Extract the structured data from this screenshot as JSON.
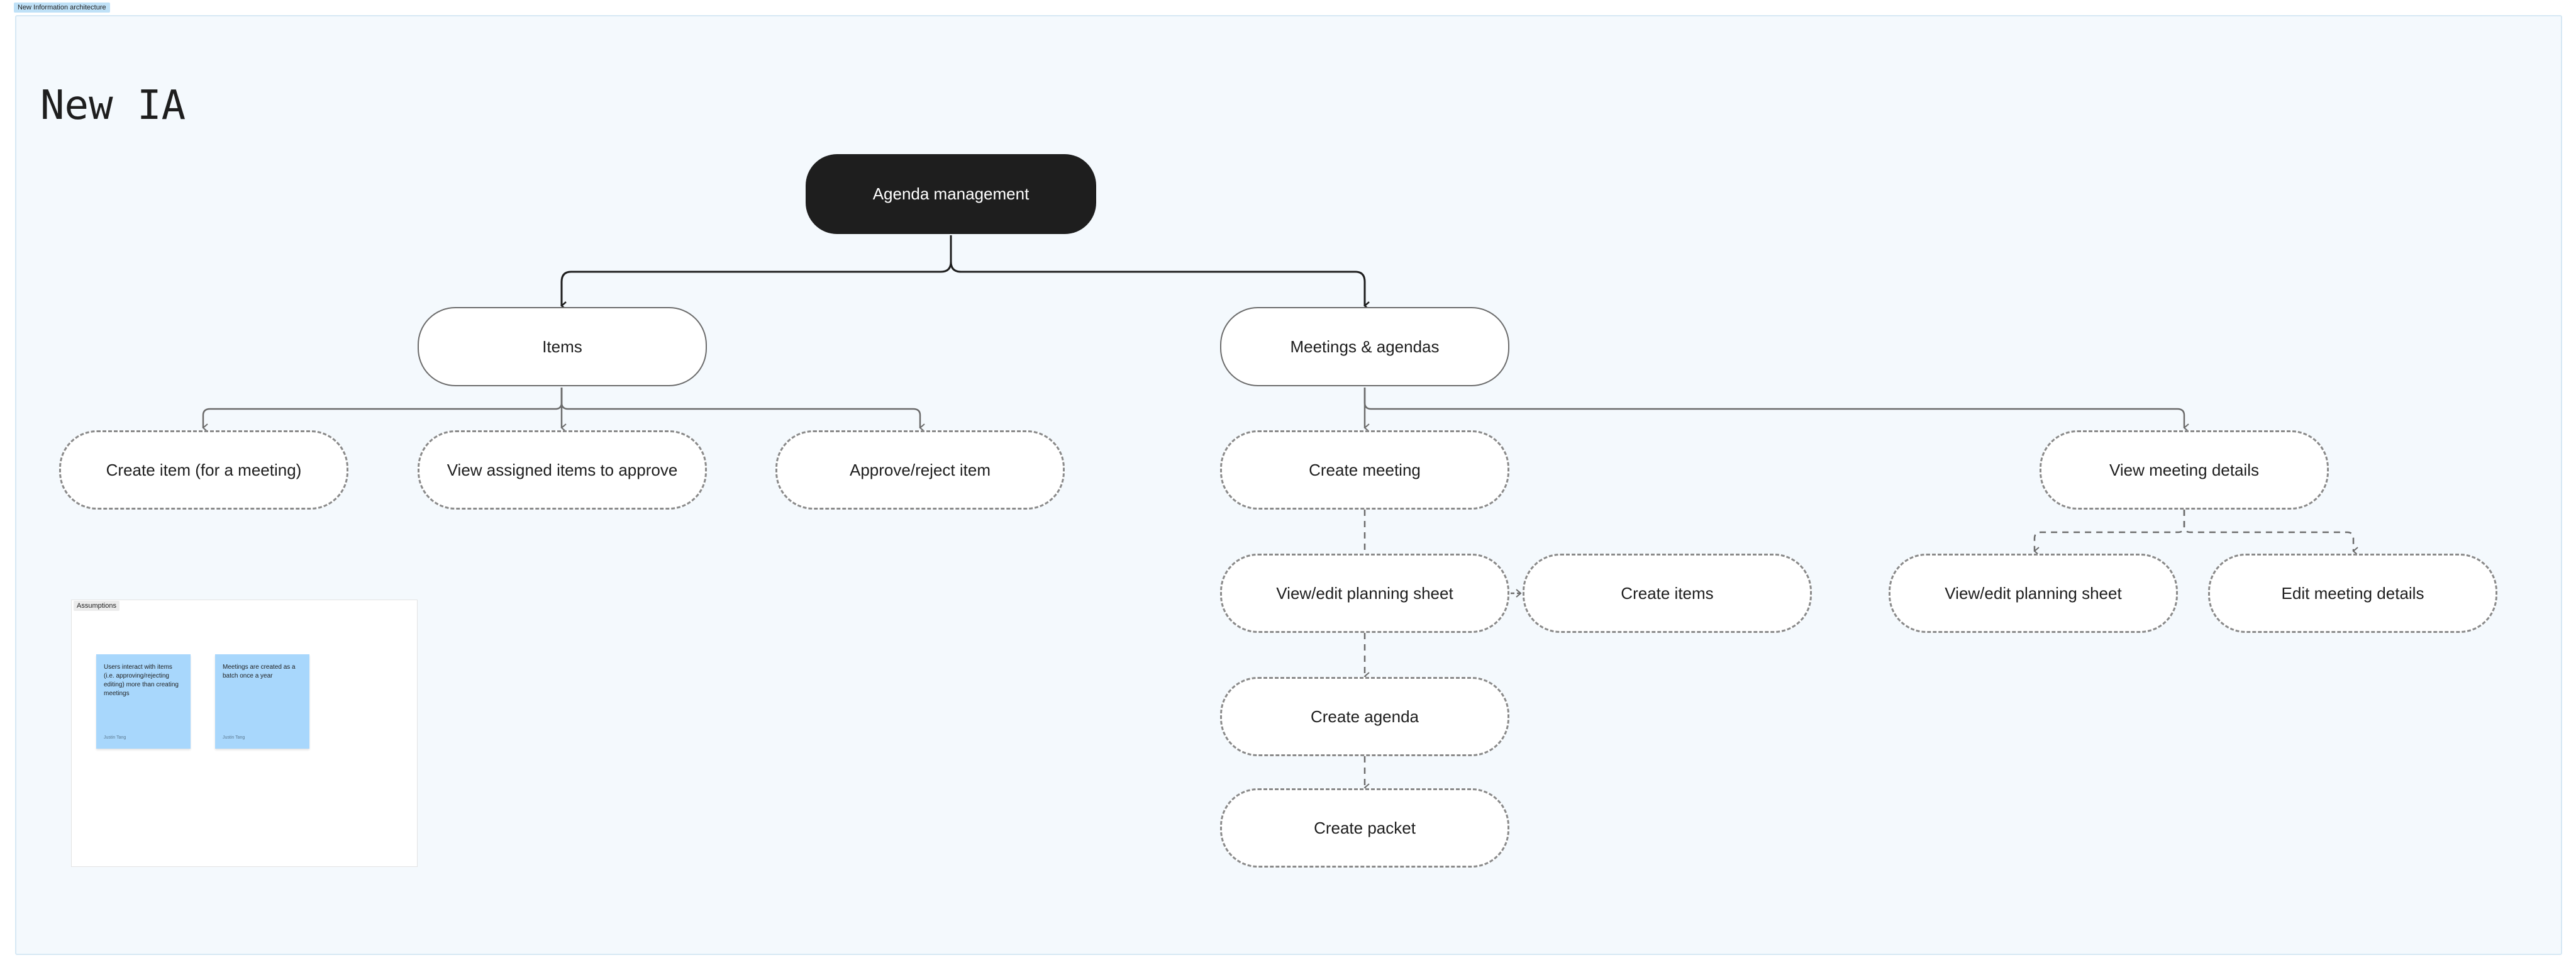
{
  "frame": {
    "label": "New Information architecture"
  },
  "page_title": "New IA",
  "nodes": {
    "root": "Agenda management",
    "items": "Items",
    "meetings": "Meetings & agendas",
    "create_item": "Create item (for a meeting)",
    "view_assigned": "View assigned items to approve",
    "approve_reject": "Approve/reject item",
    "create_meeting": "Create meeting",
    "view_meeting_details": "View meeting details",
    "view_edit_planning_1": "View/edit planning sheet",
    "create_items": "Create items",
    "view_edit_planning_2": "View/edit planning sheet",
    "edit_meeting_details": "Edit meeting details",
    "create_agenda": "Create agenda",
    "create_packet": "Create packet"
  },
  "assumptions": {
    "label": "Assumptions",
    "stickies": [
      {
        "text": "Users interact with items (i.e. approving/rejecting editing) more than creating meetings",
        "author": "Justin Tang"
      },
      {
        "text": "Meetings are created as a batch once a year",
        "author": "Justin Tang"
      }
    ]
  },
  "colors": {
    "section_bg": "#f4f9fd",
    "root_fill": "#1e1e1e",
    "sticky": "#a8d7fc",
    "frame_tag": "#bfe1f7"
  }
}
